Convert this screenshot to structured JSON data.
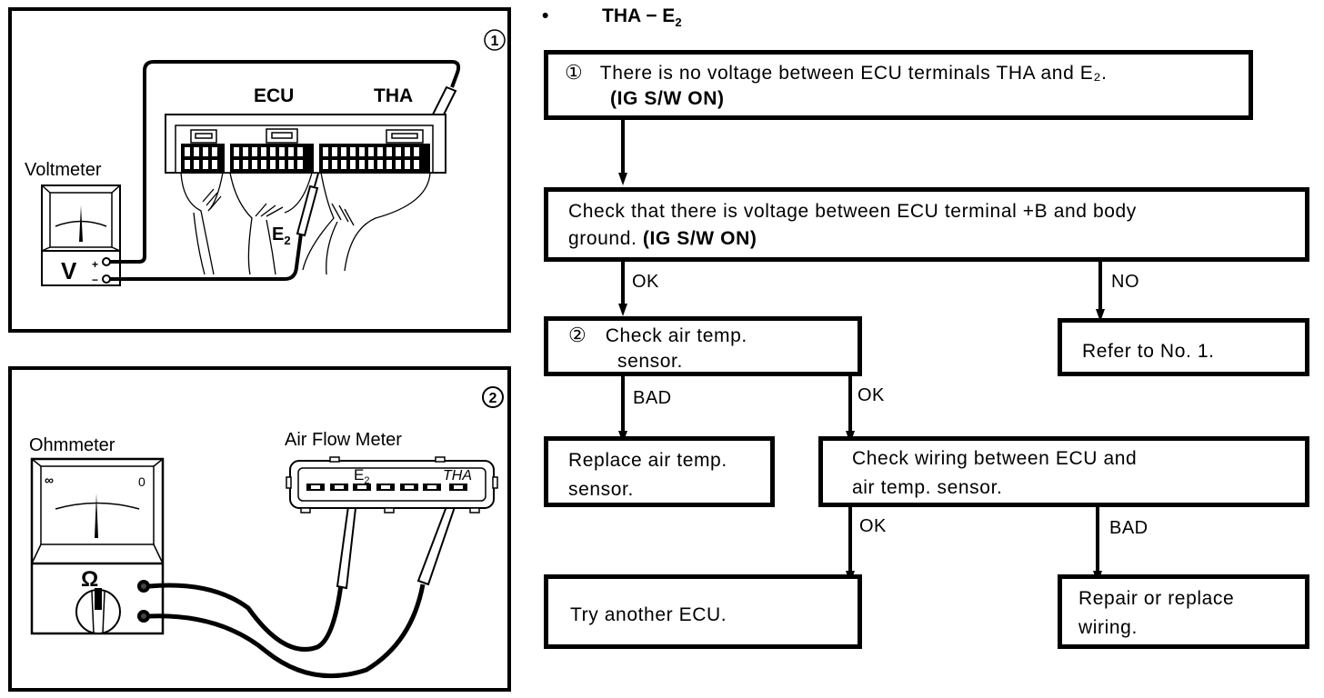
{
  "header": {
    "bullet": "•",
    "title_main": "THA − E",
    "title_sub": "2"
  },
  "figure1": {
    "number": "①",
    "voltmeter_label": "Voltmeter",
    "voltmeter_symbol": "V",
    "plus_sign": "+",
    "minus_sign": "−",
    "ecu_label": "ECU",
    "tha_label": "THA",
    "e2_label_main": "E",
    "e2_label_sub": "2"
  },
  "figure2": {
    "number": "②",
    "ohmmeter_label": "Ohmmeter",
    "infinity_mark": "∞",
    "zero_mark": "0",
    "ohm_symbol": "Ω",
    "airflow_label": "Air Flow Meter",
    "e2_label_main": "E",
    "e2_label_sub": "2",
    "tha_label": "THA"
  },
  "flow": {
    "step1": {
      "number": "①",
      "line1": "There is no voltage between ECU terminals THA and E₂.",
      "line2": "(IG S/W ON)"
    },
    "check_b": {
      "line1": "Check that there is voltage between ECU terminal +B and body",
      "line2a": "ground. ",
      "line2b": "(IG S/W ON)"
    },
    "label_ok_1": "OK",
    "label_no_1": "NO",
    "step2": {
      "number": "②",
      "line1": "Check air temp.",
      "line2": "sensor."
    },
    "refer": {
      "line1": "Refer to No. 1."
    },
    "label_bad_2": "BAD",
    "label_ok_2": "OK",
    "replace_sensor": {
      "line1": "Replace air temp.",
      "line2": "sensor."
    },
    "check_wiring": {
      "line1": "Check wiring between ECU and",
      "line2": "air temp. sensor."
    },
    "label_ok_3": "OK",
    "label_bad_3": "BAD",
    "try_ecu": {
      "line1": "Try another ECU."
    },
    "repair_wiring": {
      "line1": "Repair or replace",
      "line2": "wiring."
    }
  }
}
